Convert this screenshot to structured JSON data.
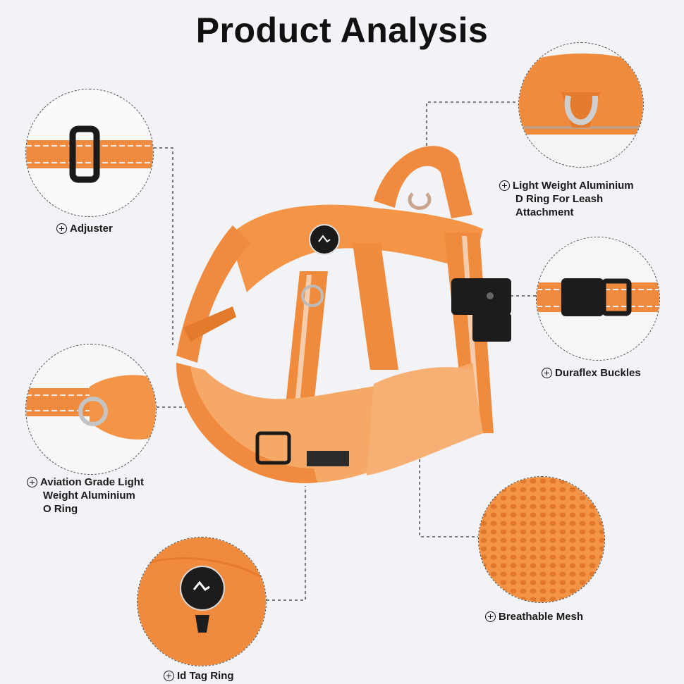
{
  "title": "Product Analysis",
  "features": {
    "adjuster": {
      "label": "Adjuster",
      "icon": "plus-circle-icon"
    },
    "d_ring": {
      "line1": "Light Weight Aluminium",
      "line2": "D Ring For Leash",
      "line3": "Attachment",
      "icon": "plus-circle-icon"
    },
    "buckles": {
      "label": "Duraflex Buckles",
      "icon": "plus-circle-icon"
    },
    "o_ring": {
      "line1": "Aviation Grade Light",
      "line2": "Weight Aluminium",
      "line3": "O Ring",
      "icon": "plus-circle-icon"
    },
    "mesh": {
      "label": "Breathable Mesh",
      "icon": "plus-circle-icon"
    },
    "id_tag": {
      "label": "Id Tag Ring",
      "icon": "plus-circle-icon"
    }
  },
  "colors": {
    "harness_orange": "#f08a3c",
    "mesh_orange": "#f6a866",
    "background": "#f2f3f7"
  }
}
